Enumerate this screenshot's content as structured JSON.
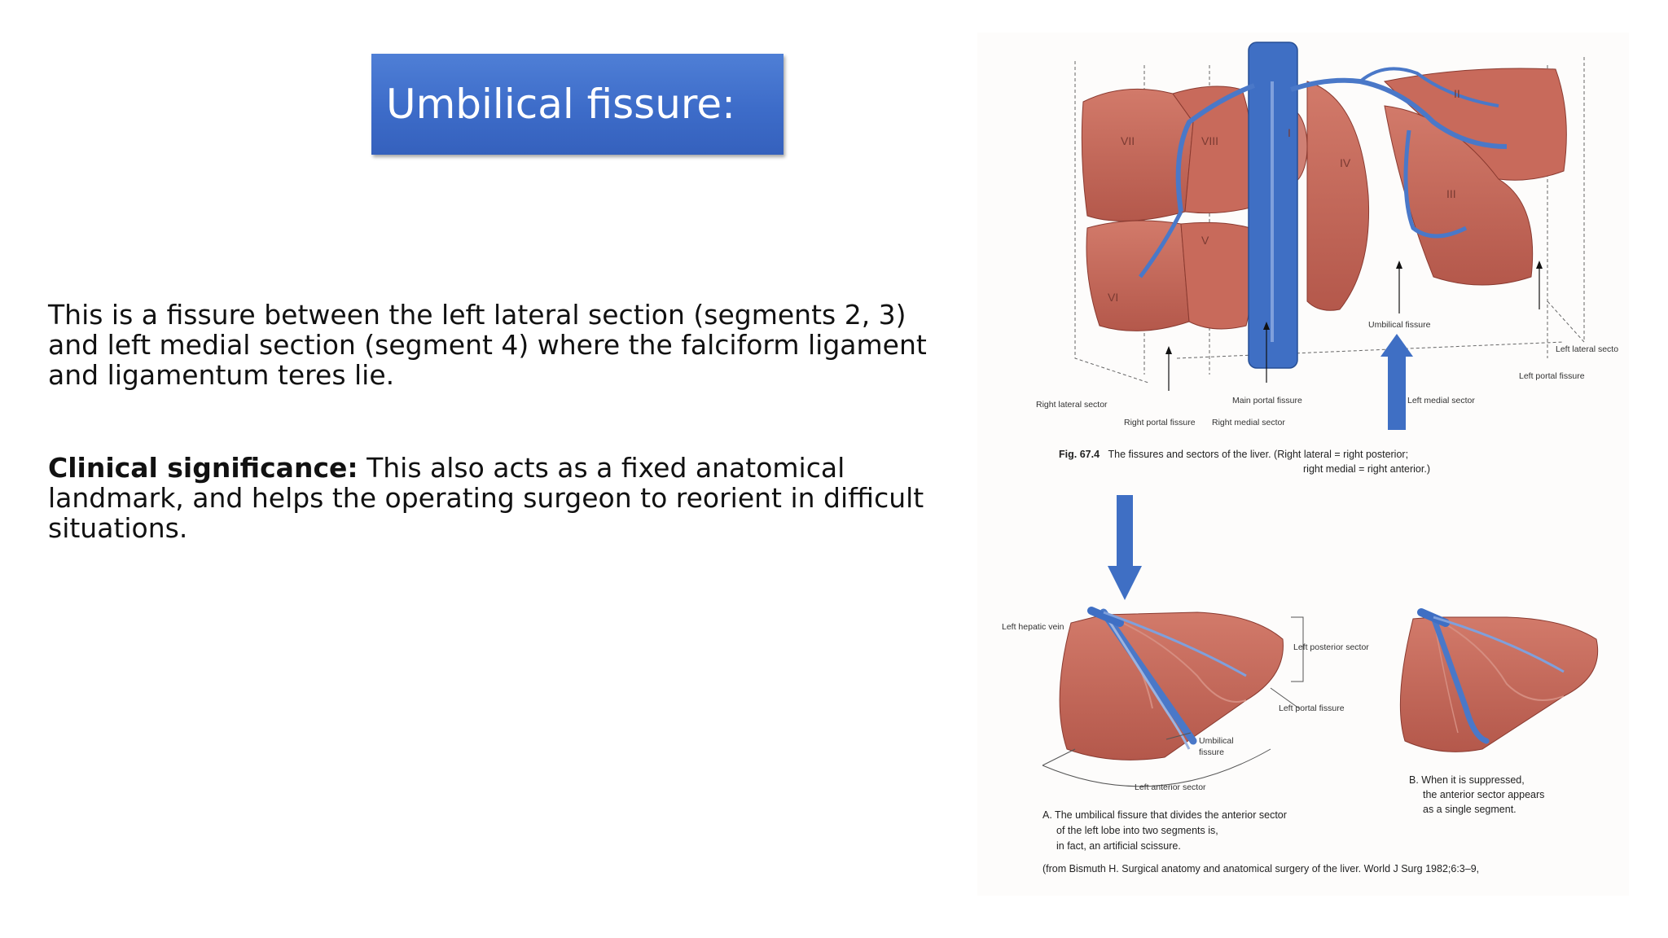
{
  "title": "Umbilical fissure:",
  "paragraph1": "This is a fissure between the left lateral section (segments 2, 3) and left medial section (segment 4) where the falciform ligament and ligamentum teres lie.",
  "paragraph2": {
    "label": "Clinical significance:",
    "text": " This also acts as a fixed anatomical landmark, and helps the operating surgeon to reorient in difficult situations."
  },
  "figure_top": {
    "segments": [
      "VII",
      "VIII",
      "I",
      "IV",
      "II",
      "III",
      "VI",
      "V"
    ],
    "labels": {
      "right_lateral_sector": "Right lateral sector",
      "right_portal_fissure": "Right portal fissure",
      "right_medial_sector": "Right medial sector",
      "main_portal_fissure": "Main portal fissure",
      "umbilical_fissure": "Umbilical fissure",
      "left_medial_sector": "Left medial sector",
      "left_lateral_sector": "Left lateral secto",
      "left_portal_fissure": "Left portal fissure"
    },
    "caption_bold": "Fig. 67.4",
    "caption_line1": "The fissures and sectors of the liver. (Right lateral = right posterior;",
    "caption_line2": "right medial = right anterior.)"
  },
  "figure_bottom": {
    "labels": {
      "left_hepatic_vein": "Left hepatic vein",
      "left_posterior_sector": "Left posterior sector",
      "left_portal_fissure": "Left portal fissure",
      "umbilical_fissure_1": "Umbilical",
      "umbilical_fissure_2": "fissure",
      "left_anterior_sector": "Left anterior sector"
    },
    "caption_a_1": "A. The umbilical fissure that divides the anterior sector",
    "caption_a_2": "of the left lobe into two segments is,",
    "caption_a_3": "in fact, an artificial scissure.",
    "caption_b_1": "B. When it is suppressed,",
    "caption_b_2": "the anterior sector appears",
    "caption_b_3": "as a single segment.",
    "source": "(from Bismuth H. Surgical anatomy and anatomical surgery of the liver. World J Surg 1982;6:3–9,"
  },
  "colors": {
    "title_bg": "#3d6cc9",
    "arrow": "#3f6fc4",
    "liver": "#c9685a",
    "vessel": "#4a78c8"
  }
}
